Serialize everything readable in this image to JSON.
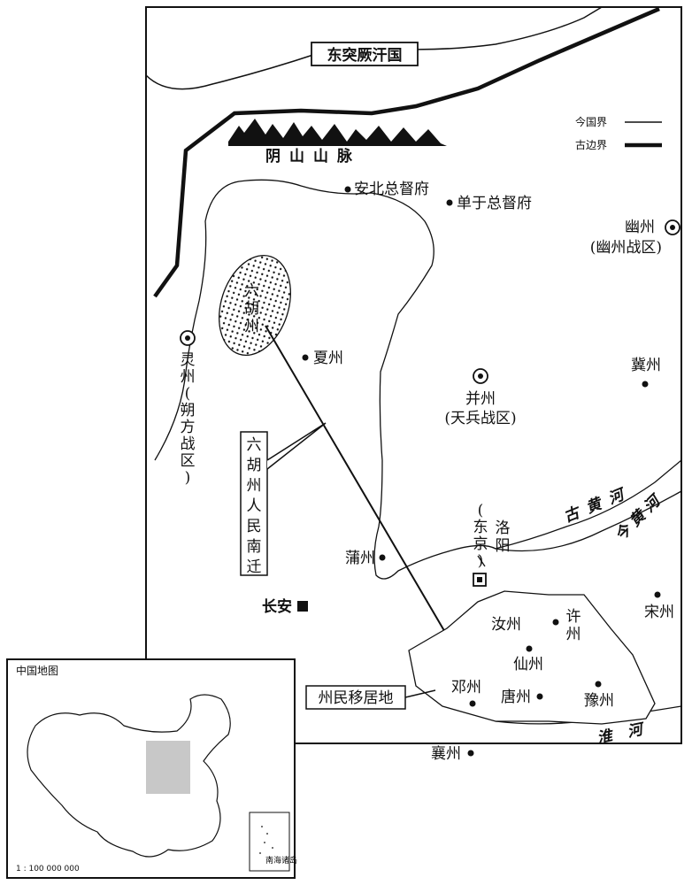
{
  "map": {
    "title_box": "东突厥汗国",
    "mountain": "阴山山脉",
    "legend": {
      "modern_border": "今国界",
      "ancient_border": "古边界"
    },
    "places": {
      "anbei": "安北总督府",
      "chanyu": "单于总督府",
      "youzhou": "幽州",
      "youzhou_region": "(幽州战区)",
      "liuhuzhou": "六胡州",
      "xiazhou": "夏州",
      "lingzhou": "灵州",
      "lingzhou_region": "(朔方战区)",
      "bingzhou": "并州",
      "bingzhou_region": "(天兵战区)",
      "jizhou": "冀州",
      "puzhou": "蒲州",
      "changan": "长安",
      "dongjing": "(东京)",
      "luoyang": "洛阳",
      "songzhou": "宋州",
      "ruzhou": "汝州",
      "xuzhou": "许州",
      "xianzhou": "仙州",
      "dengzhou": "邓州",
      "tangzhou": "唐州",
      "yuzhou": "豫州",
      "xiangzhou": "襄州"
    },
    "rivers": {
      "ancient_yellow": "古黄河",
      "modern_yellow": "今黄河",
      "huai": "淮河"
    },
    "callouts": {
      "migration": "六胡州人民南迁",
      "settlement": "州民移居地"
    },
    "inset": {
      "title": "中国地图",
      "scale": "1 : 100 000 000",
      "south_sea": "南海诸岛"
    },
    "colors": {
      "ink": "#111111",
      "inset_highlight": "#c8c8c8"
    }
  }
}
